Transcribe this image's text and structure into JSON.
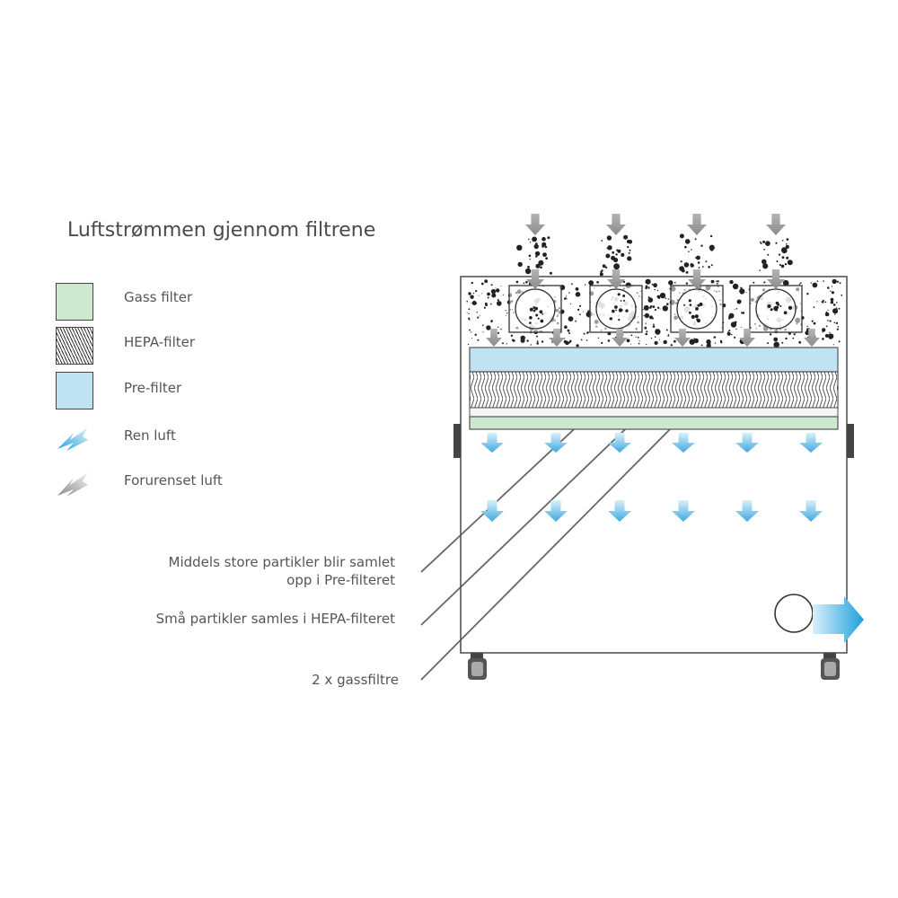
{
  "title": "Luftstrømmen gjennom filtrene",
  "legend": [
    {
      "label": "Gass filter",
      "icon": "gas-filter-swatch",
      "color": "#cde8cf"
    },
    {
      "label": "HEPA-filter",
      "icon": "hepa-filter-swatch",
      "color": "#e8e8e8"
    },
    {
      "label": "Pre-filter",
      "icon": "pre-filter-swatch",
      "color": "#bfe3f2"
    },
    {
      "label": "Ren luft",
      "icon": "clean-air-arrow-icon",
      "color": "#3fa9e0"
    },
    {
      "label": "Forurenset luft",
      "icon": "polluted-air-arrow-icon",
      "color": "#9a9a9a"
    }
  ],
  "callouts": [
    {
      "line1": "Middels store partikler blir samlet",
      "line2": "opp i Pre-filteret"
    },
    {
      "line1": "Små partikler samles i HEPA-filteret",
      "line2": ""
    },
    {
      "line1": "2 x gassfiltre",
      "line2": ""
    }
  ],
  "colors": {
    "outline": "#555555",
    "clean_air": "#4fb8e6",
    "polluted_air": "#9a9a9a",
    "pre_filter": "#bfe3f2",
    "gas_filter": "#cde8cf",
    "leader_line": "#666666"
  }
}
